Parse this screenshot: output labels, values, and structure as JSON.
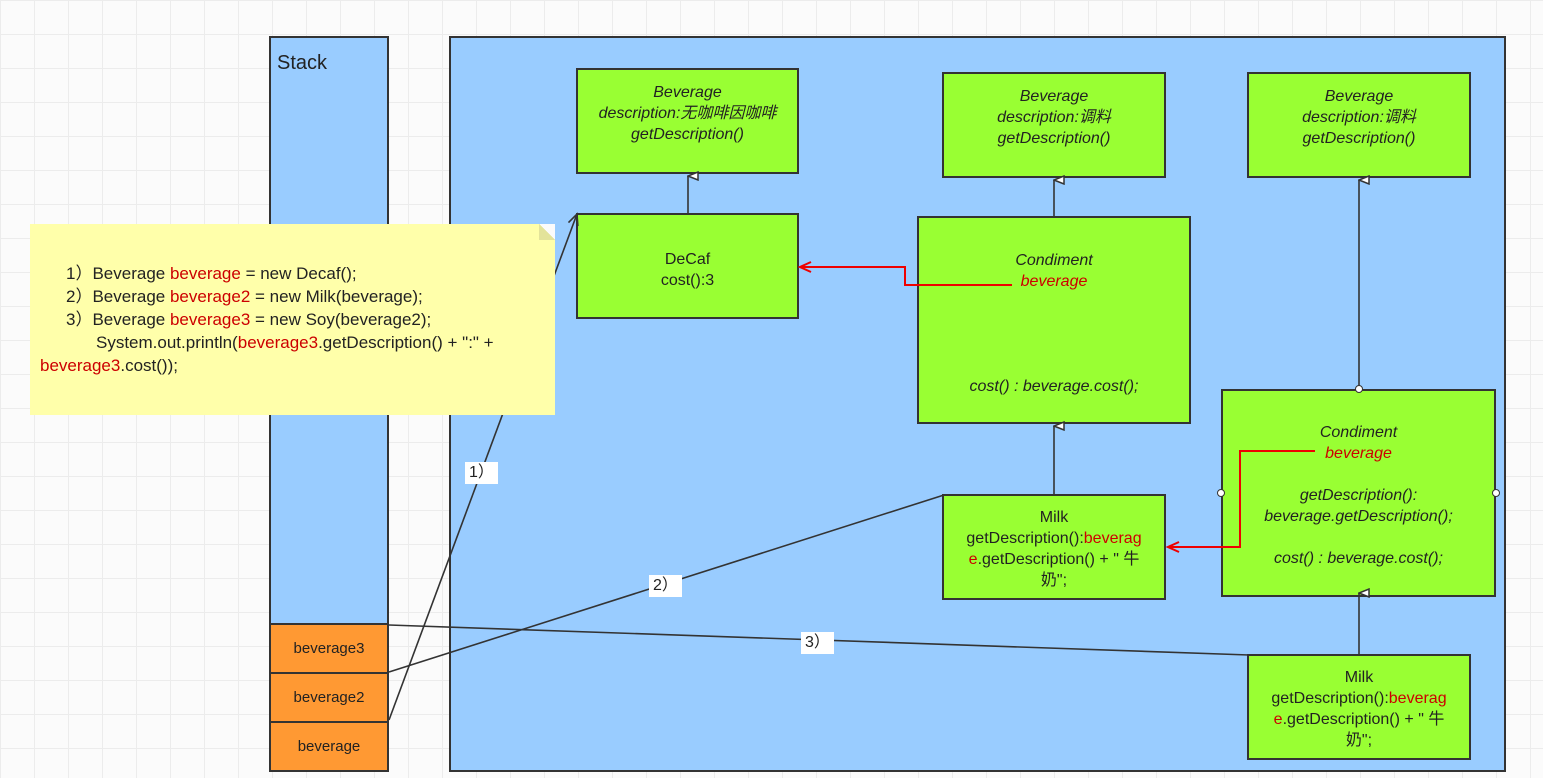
{
  "stack": {
    "title": "Stack",
    "vars": [
      "beverage3",
      "beverage2",
      "beverage"
    ]
  },
  "heap": {
    "beverage_top1": {
      "title": "Beverage",
      "description": "description:无咖啡因咖啡",
      "method": "getDescription()"
    },
    "beverage_top2": {
      "title": "Beverage",
      "description": "description:调料",
      "method": "getDescription()"
    },
    "beverage_top3": {
      "title": "Beverage",
      "description": "description:调料",
      "method": "getDescription()"
    },
    "decaf": {
      "title": "DeCaf",
      "cost": "cost():3"
    },
    "condiment1": {
      "title": "Condiment",
      "field": "beverage",
      "cost": "cost() : beverage.cost();"
    },
    "condiment2": {
      "title": "Condiment",
      "field": "beverage",
      "get_desc": "getDescription():",
      "get_desc_body": "beverage.getDescription();",
      "cost": "cost() : beverage.cost();"
    },
    "milk1": {
      "title": "Milk",
      "line1_prefix": "getDescription():",
      "line1_red": "beverag",
      "line2_red": "e",
      "line2_rest": ".getDescription() + \" 牛",
      "line3": "奶\";"
    },
    "milk2": {
      "title": "Milk",
      "line1_prefix": "getDescription():",
      "line1_red": "beverag",
      "line2_red": "e",
      "line2_rest": ".getDescription() + \" 牛",
      "line3": "奶\";"
    }
  },
  "code": {
    "l1": {
      "pre": "1）Beverage ",
      "red": "beverage",
      "post": " = new Decaf();"
    },
    "l2": {
      "pre": "2）Beverage ",
      "red": "beverage2",
      "post": " = new Milk(beverage);"
    },
    "l3": {
      "pre": "3）Beverage ",
      "red": "beverage3",
      "post": " = new Soy(beverage2);"
    },
    "l4": {
      "pre": "System.out.println(",
      "red": "beverage3",
      "post": ".getDescription() + \":\" +"
    },
    "l5": {
      "red": "beverage3",
      "post": ".cost());"
    }
  },
  "edge_labels": [
    "1）",
    "2）",
    "3）"
  ],
  "colors": {
    "object": "#99ff33",
    "heap": "#99ccff",
    "stack_var": "#ff9933",
    "note": "#ffffaa",
    "reference": "#ff0000"
  }
}
